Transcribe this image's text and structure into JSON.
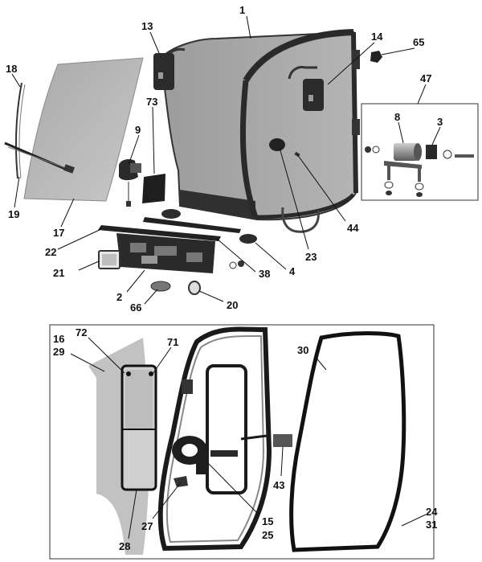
{
  "diagram": {
    "labels": [
      {
        "id": "1",
        "text": "1"
      },
      {
        "id": "13",
        "text": "13"
      },
      {
        "id": "14",
        "text": "14"
      },
      {
        "id": "65",
        "text": "65"
      },
      {
        "id": "18",
        "text": "18"
      },
      {
        "id": "73",
        "text": "73"
      },
      {
        "id": "9",
        "text": "9"
      },
      {
        "id": "47",
        "text": "47"
      },
      {
        "id": "8",
        "text": "8"
      },
      {
        "id": "3",
        "text": "3"
      },
      {
        "id": "19",
        "text": "19"
      },
      {
        "id": "17",
        "text": "17"
      },
      {
        "id": "44",
        "text": "44"
      },
      {
        "id": "22",
        "text": "22"
      },
      {
        "id": "23",
        "text": "23"
      },
      {
        "id": "38",
        "text": "38"
      },
      {
        "id": "4",
        "text": "4"
      },
      {
        "id": "21",
        "text": "21"
      },
      {
        "id": "2",
        "text": "2"
      },
      {
        "id": "66",
        "text": "66"
      },
      {
        "id": "20",
        "text": "20"
      },
      {
        "id": "16",
        "text": "16"
      },
      {
        "id": "29",
        "text": "29"
      },
      {
        "id": "72",
        "text": "72"
      },
      {
        "id": "71",
        "text": "71"
      },
      {
        "id": "30",
        "text": "30"
      },
      {
        "id": "43",
        "text": "43"
      },
      {
        "id": "27",
        "text": "27"
      },
      {
        "id": "15",
        "text": "15"
      },
      {
        "id": "25",
        "text": "25"
      },
      {
        "id": "24",
        "text": "24"
      },
      {
        "id": "31",
        "text": "31"
      },
      {
        "id": "28",
        "text": "28"
      }
    ]
  }
}
